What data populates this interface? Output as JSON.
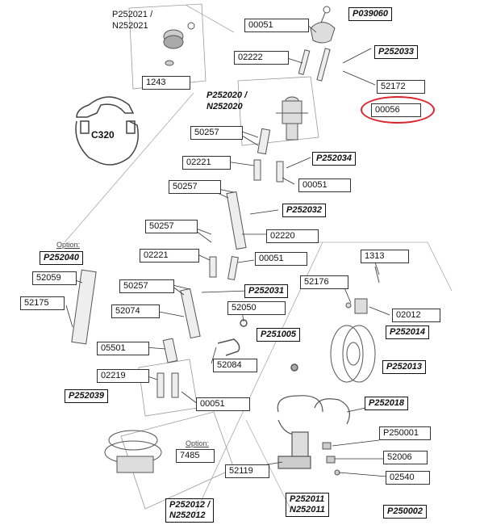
{
  "labels": {
    "p252021": "P252021 /",
    "n252021": "N252021",
    "l1243": "1243",
    "p039060": "P039060",
    "l00051a": "00051",
    "p252033": "P252033",
    "l02222": "02222",
    "l52172": "52172",
    "p252020": "P252020 /",
    "n252020": "N252020",
    "l00056": "00056",
    "c320": "C320",
    "l50257a": "50257",
    "l02221a": "02221",
    "p252034": "P252034",
    "l00051b": "00051",
    "l50257b": "50257",
    "p252032": "P252032",
    "l50257c": "50257",
    "l02220": "02220",
    "option1": "Option:",
    "p252040": "P252040",
    "l02221b": "02221",
    "l00051c": "00051",
    "l1313": "1313",
    "l52059": "52059",
    "l50257d": "50257",
    "p252031": "P252031",
    "l52176": "52176",
    "l52175": "52175",
    "l52074": "52074",
    "l52050": "52050",
    "l02012": "02012",
    "p252014": "P252014",
    "p251005": "P251005",
    "l05501": "05501",
    "l52084": "52084",
    "p252013": "P252013",
    "l02219": "02219",
    "p252039": "P252039",
    "l00051d": "00051",
    "p252018": "P252018",
    "option2": "Option:",
    "l7485": "7485",
    "p250001": "P250001",
    "l52006": "52006",
    "l52119": "52119",
    "l02540": "02540",
    "p252012": "P252012 /",
    "n252012": "N252012",
    "p252011": "P252011",
    "n252011": "N252011",
    "p250002": "P250002"
  },
  "colors": {
    "highlight": "#d9242b",
    "lines": "#333333",
    "parts": "#555555"
  }
}
